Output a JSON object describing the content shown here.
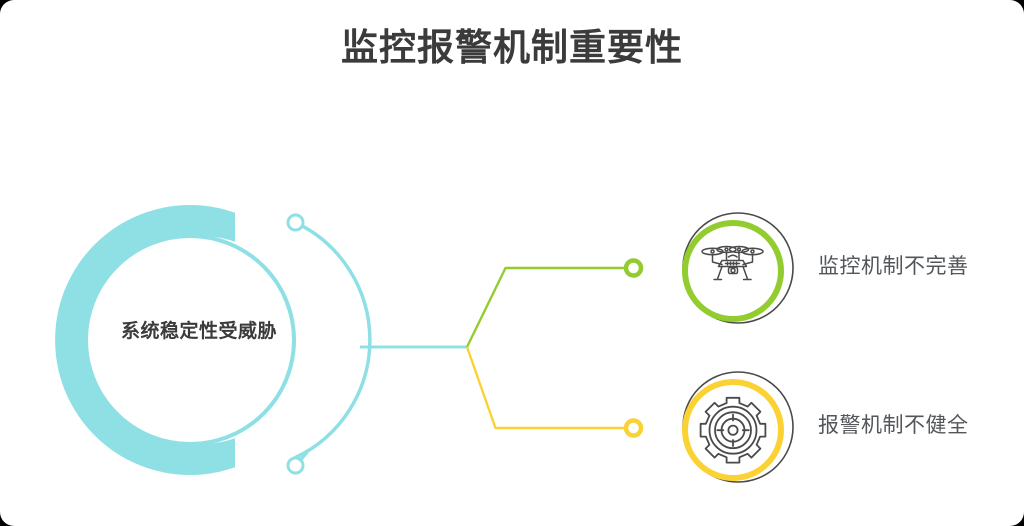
{
  "page": {
    "title": "监控报警机制重要性",
    "background_color": "#ffffff"
  },
  "hub": {
    "label": "系统稳定性受威胁",
    "accent_color": "#8FE0E5",
    "ring_color": "#8FE0E5"
  },
  "connectors": {
    "trunk_color": "#8FE0E5",
    "branch_top_color": "#93CC2E",
    "branch_bottom_color": "#FBD234"
  },
  "items": [
    {
      "label": "监控机制不完善",
      "icon": "drone-icon",
      "ring_color": "#93CC2E",
      "outer_ring_color": "#4a4a4a",
      "node_color": "#93CC2E"
    },
    {
      "label": "报警机制不健全",
      "icon": "gear-target-icon",
      "ring_color": "#FBD234",
      "outer_ring_color": "#4a4a4a",
      "node_color": "#FBD234"
    }
  ]
}
